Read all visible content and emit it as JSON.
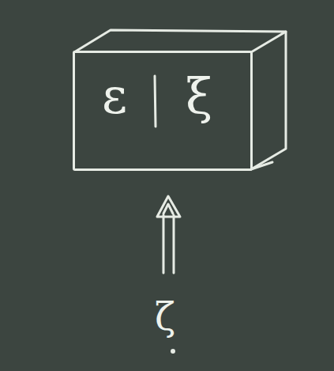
{
  "diagram": {
    "nodes": [
      {
        "text": [
          "ε",
          "ξ"
        ]
      }
    ],
    "labels": [
      "ζ"
    ]
  }
}
